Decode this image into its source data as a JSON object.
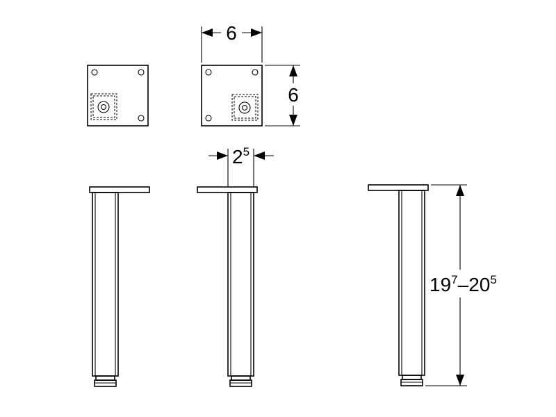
{
  "dimensions": {
    "plate_width": "6",
    "plate_height": "6",
    "tube_width_main": "2",
    "tube_width_sup": "5",
    "height_min_main": "19",
    "height_min_sup": "7",
    "height_sep": "–",
    "height_max_main": "20",
    "height_max_sup": "5"
  }
}
